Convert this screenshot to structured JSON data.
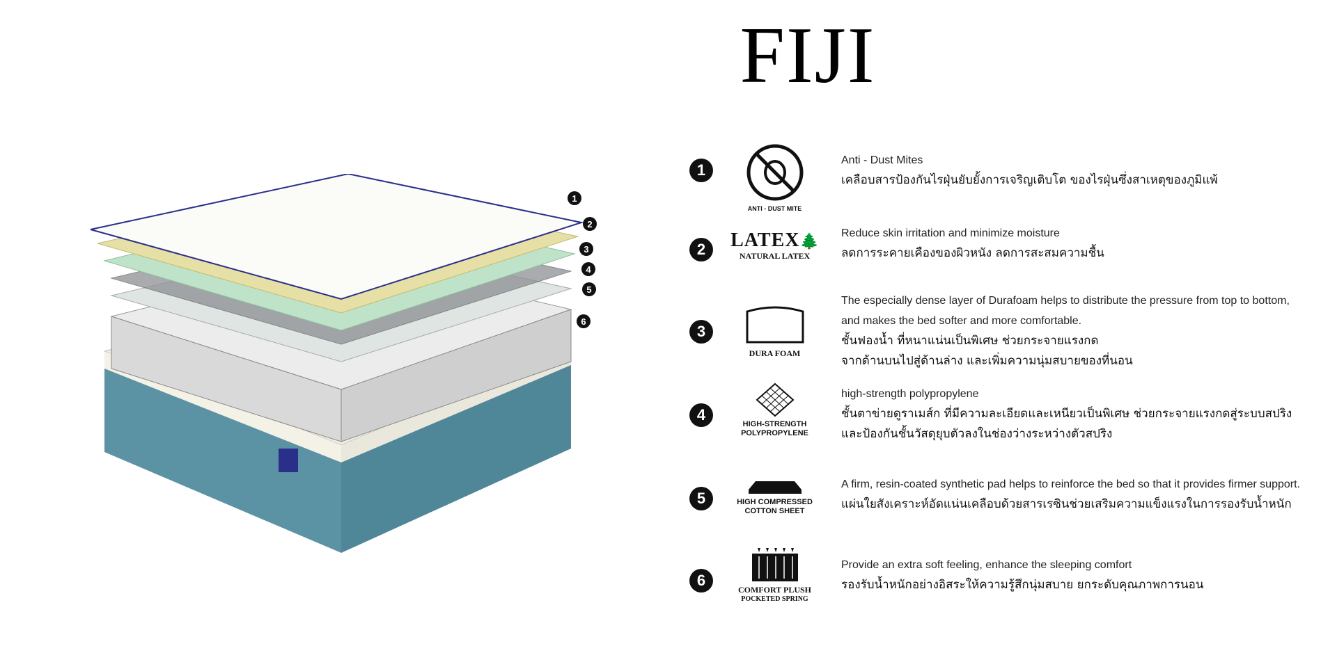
{
  "title": "FIJI",
  "icons": {
    "anti_dust_mite": "ANTI - DUST MITE",
    "latex_word": "LATEX",
    "natural_latex": "NATURAL LATEX",
    "dura_foam": "DURA FOAM",
    "polypropylene_1": "HIGH-STRENGTH",
    "polypropylene_2": "POLYPROPYLENE",
    "cotton_1": "HIGH COMPRESSED",
    "cotton_2": "COTTON SHEET",
    "spring_1": "COMFORT PLUSH",
    "spring_2": "POCKETED SPRING"
  },
  "features": [
    {
      "number": "1",
      "en_1": "Anti - Dust Mites",
      "th_1": "เคลือบสารป้องกันไรฝุ่นยับยั้งการเจริญเติบโต  ของไรฝุ่นซึ่งสาเหตุของภูมิแพ้"
    },
    {
      "number": "2",
      "en_1": "Reduce skin irritation and minimize moisture",
      "th_1": "ลดการระคายเคืองของผิวหนัง ลดการสะสมความชื้น"
    },
    {
      "number": "3",
      "en_1": "The especially dense layer of Durafoam helps to distribute the pressure from top to bottom,",
      "en_2": "and makes the bed softer and more comfortable.",
      "th_1": "ชั้นฟองน้ำ ที่หนาแน่นเป็นพิเศษ ช่วยกระจายแรงกด",
      "th_2": "จากด้านบนไปสู่ด้านล่าง และเพิ่มความนุ่มสบายของที่นอน"
    },
    {
      "number": "4",
      "en_1": "high-strength polypropylene",
      "th_1": "ชั้นตาข่ายดูราเมส์ก ที่มีความละเอียดและเหนียวเป็นพิเศษ ช่วยกระจายแรงกดสู่ระบบสปริง",
      "th_2": "และป้องกันชั้นวัสดุยุบตัวลงในช่องว่างระหว่างตัวสปริง"
    },
    {
      "number": "5",
      "en_1": "A firm, resin-coated synthetic pad helps to reinforce the bed so that it provides firmer support.",
      "th_1": "แผ่นใยสังเคราะห์อัดแน่นเคลือบด้วยสารเรซินช่วยเสริมความแข็งแรงในการรองรับน้ำหนัก"
    },
    {
      "number": "6",
      "en_1": "Provide an extra soft feeling, enhance the sleeping comfort",
      "th_1": "รองรับน้ำหนักอย่างอิสระให้ความรู้สึกนุ่มสบาย ยกระดับคุณภาพการนอน"
    }
  ],
  "colors": {
    "ink": "#111111",
    "latex": "#e6e0a6",
    "green_foam": "#bfe3c9",
    "base": "#5b93a5",
    "piping": "#2a2f8a"
  }
}
